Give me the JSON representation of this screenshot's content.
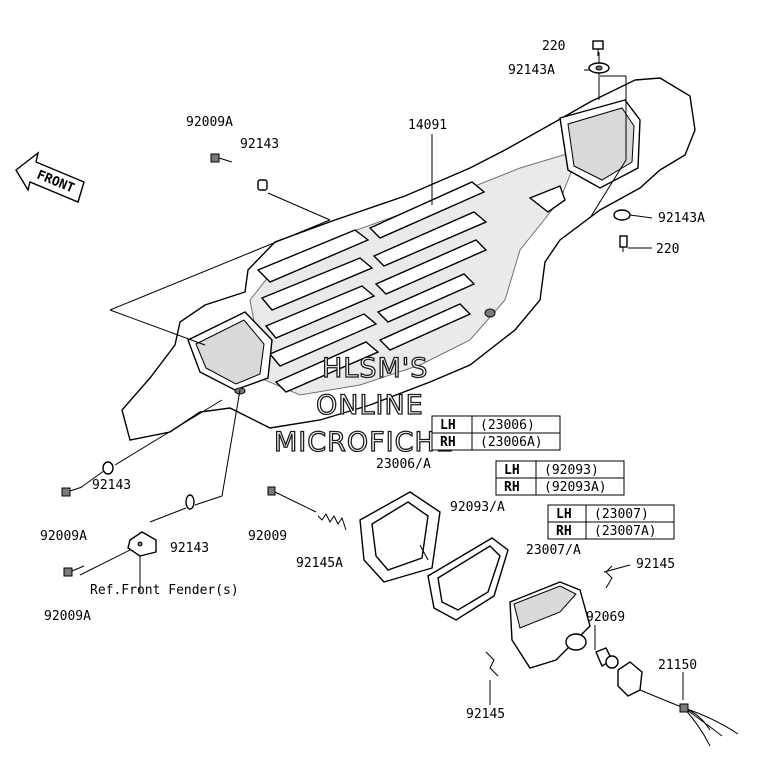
{
  "diagram": {
    "orientation_label": "FRONT",
    "parts": {
      "p220_top": "220",
      "p92143A_top": "92143A",
      "p14091": "14091",
      "p92009A_top": "92009A",
      "p92143_top": "92143",
      "p92143A_right": "92143A",
      "p220_right": "220",
      "p23006A": "23006/A",
      "p92093A": "92093/A",
      "p23007A": "23007/A",
      "p92143_left": "92143",
      "p92009A_mid": "92009A",
      "p92143_mid": "92143",
      "p92009": "92009",
      "p92145A": "92145A",
      "p92145_right": "92145",
      "p92069": "92069",
      "p21150": "21150",
      "p92009A_bottom": "92009A",
      "p92145_bottom": "92145"
    },
    "reference_note": "Ref.Front Fender(s)",
    "tables": [
      {
        "rows": [
          {
            "side": "LH",
            "part": "(23006)"
          },
          {
            "side": "RH",
            "part": "(23006A)"
          }
        ]
      },
      {
        "rows": [
          {
            "side": "LH",
            "part": "(92093)"
          },
          {
            "side": "RH",
            "part": "(92093A)"
          }
        ]
      },
      {
        "rows": [
          {
            "side": "LH",
            "part": "(23007)"
          },
          {
            "side": "RH",
            "part": "(23007A)"
          }
        ]
      }
    ],
    "watermark": [
      "HLSM'S",
      "ONLINE",
      "MICROFICHE"
    ]
  }
}
